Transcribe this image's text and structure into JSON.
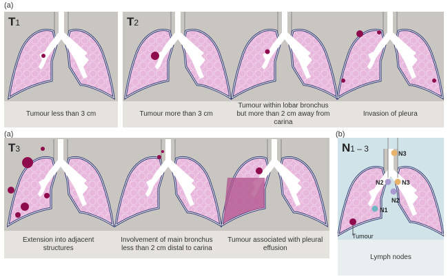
{
  "labels": {
    "a_top": "(a)",
    "a_bottom": "(a)",
    "b": "(b)"
  },
  "t1": {
    "stage": "T",
    "sub": "1",
    "captions": [
      "Tumour less than 3 cm"
    ]
  },
  "t2": {
    "stage": "T",
    "sub": "2",
    "captions": [
      "Tumour more than 3 cm",
      "Tumour within lobar bronchus but more than 2 cm away from carina",
      "Invasion of pleura"
    ]
  },
  "t3": {
    "stage": "T",
    "sub": "3",
    "captions": [
      "Extension into adjacent structures",
      "Involvement of main bronchus less than 2 cm distal to carina",
      "Tumour associated with pleural effusion"
    ]
  },
  "n": {
    "stage": "N",
    "sub": "1 – 3",
    "caption": "Lymph nodes",
    "tumour_label": "Tumour",
    "nodes": [
      "N3",
      "N2",
      "N3",
      "N2",
      "N1"
    ]
  },
  "colors": {
    "panel": "#c9c5c1",
    "caption": "#e6e2de",
    "lung": "#e7b7dc",
    "tumour": "#8e0b4d",
    "pleura": "#2c3570",
    "n_bg": "#cfe3e8",
    "n1": "#6fb6c2",
    "n2": "#a89ad0",
    "n3": "#e7b36a",
    "effusion": "#b45890"
  }
}
